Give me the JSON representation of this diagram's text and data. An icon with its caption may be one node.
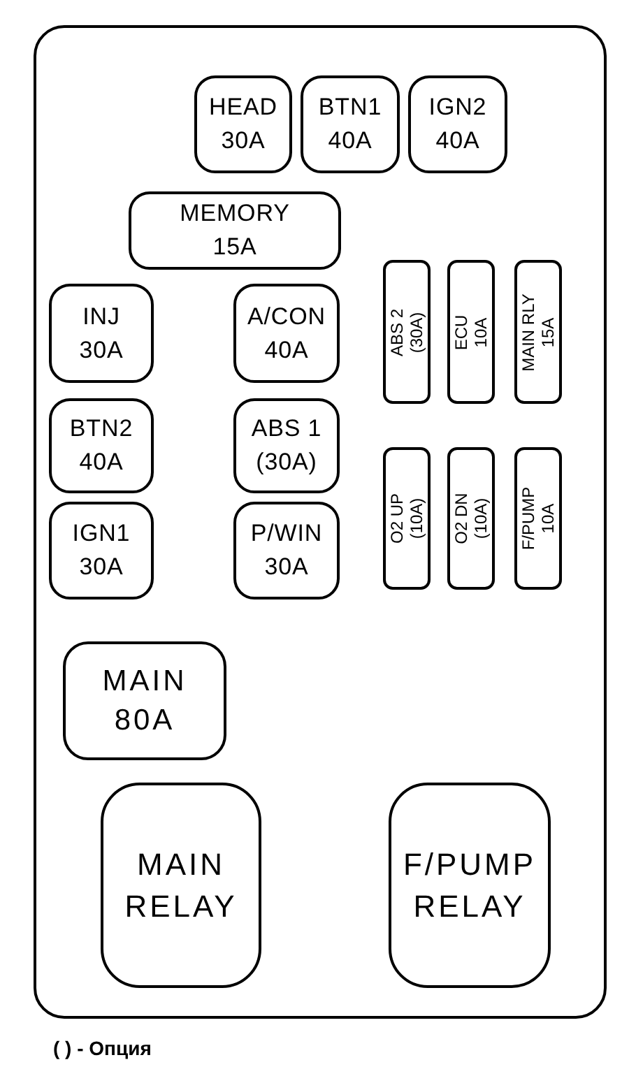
{
  "diagram": {
    "nodes": [
      {
        "text": [],
        "shape": "box"
      },
      {
        "text": [
          "HEAD",
          "30A"
        ],
        "in": 0
      },
      {
        "text": [
          "BTN1",
          "40A"
        ],
        "in": 0
      },
      {
        "text": [
          "IGN2",
          "40A"
        ],
        "in": 0
      },
      {
        "text": [
          "MEMORY",
          "15A"
        ],
        "in": 0
      },
      {
        "text": [
          "INJ",
          "30A"
        ],
        "in": 0
      },
      {
        "text": [
          "A/CON",
          "40A"
        ],
        "in": 0
      },
      {
        "text": [
          "ABS 2",
          "(30A)"
        ],
        "in": 0
      },
      {
        "text": [
          "ECU",
          "10A"
        ],
        "in": 0
      },
      {
        "text": [
          "MAIN RLY",
          "15A"
        ],
        "in": 0
      },
      {
        "text": [
          "BTN2",
          "40A"
        ],
        "in": 0
      },
      {
        "text": [
          "ABS 1",
          "(30A)"
        ],
        "in": 0
      },
      {
        "text": [
          "IGN1",
          "30A"
        ],
        "in": 0
      },
      {
        "text": [
          "P/WIN",
          "30A"
        ],
        "in": 0
      },
      {
        "text": [
          "O2 UP",
          "(10A)"
        ],
        "in": 0
      },
      {
        "text": [
          "O2 DN",
          "(10A)"
        ],
        "in": 0
      },
      {
        "text": [
          "F/PUMP",
          "10A"
        ],
        "in": 0
      },
      {
        "text": [
          "MAIN",
          "80A"
        ],
        "in": 0
      },
      {
        "text": [
          "MAIN",
          "RELAY"
        ],
        "in": 0
      },
      {
        "text": [
          "F/PUMP",
          "RELAY"
        ],
        "in": 0
      }
    ],
    "labels": [
      "( ) - Опция"
    ]
  }
}
